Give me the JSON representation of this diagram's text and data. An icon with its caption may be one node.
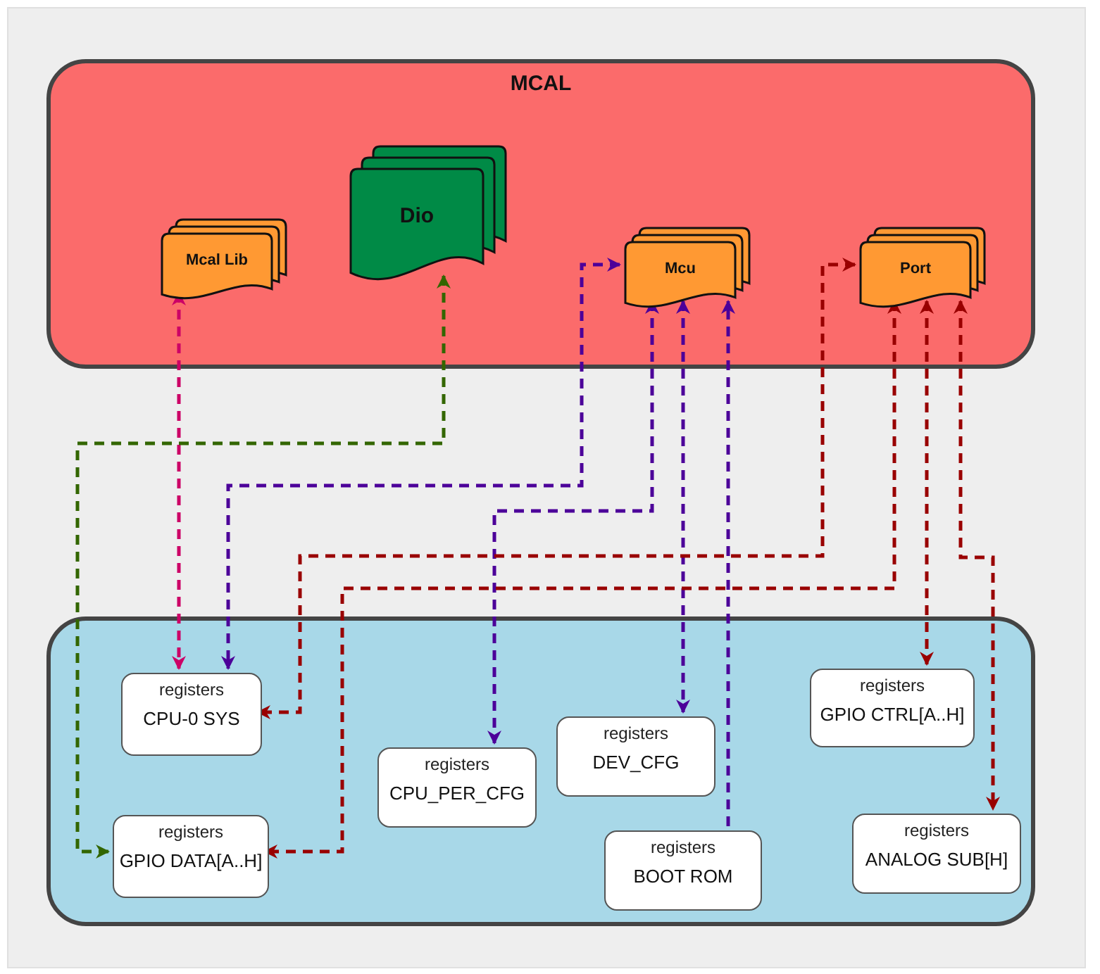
{
  "diagram": {
    "nodes": [
      {
        "text": [
          "MCAL"
        ]
      },
      {
        "text": [
          "Mcal Lib"
        ],
        "in": 0
      },
      {
        "text": [
          "Dio"
        ],
        "in": 0
      },
      {
        "text": [
          "Mcu"
        ],
        "in": 0
      },
      {
        "text": [
          "Port"
        ],
        "in": 0
      },
      {
        "text": [],
        "shape": "box"
      },
      {
        "text": [
          "registers",
          "CPU-0 SYS"
        ],
        "in": 5
      },
      {
        "text": [
          "registers",
          "GPIO CTRL[A..H]"
        ],
        "in": 5
      },
      {
        "text": [
          "registers",
          "DEV_CFG"
        ],
        "in": 5
      },
      {
        "text": [
          "registers",
          "CPU_PER_CFG"
        ],
        "in": 5
      },
      {
        "text": [
          "registers",
          "GPIO DATA[A..H]"
        ],
        "in": 5
      },
      {
        "text": [
          "registers",
          "BOOT ROM"
        ],
        "in": 5
      },
      {
        "text": [
          "registers",
          "ANALOG SUB[H]"
        ],
        "in": 5
      }
    ],
    "edges": [
      {
        "from": 1,
        "to": 6,
        "arrow": "both",
        "style": "dashed",
        "color": "#cc0066"
      },
      {
        "from": 2,
        "to": 10,
        "arrow": "both",
        "style": "dashed",
        "color": "#336600"
      },
      {
        "from": 3,
        "to": 6,
        "arrow": "both",
        "style": "dashed",
        "color": "#4c0099"
      },
      {
        "from": 3,
        "to": 9,
        "arrow": "both",
        "style": "dashed",
        "color": "#4c0099"
      },
      {
        "from": 3,
        "to": 8,
        "arrow": "both",
        "style": "dashed",
        "color": "#4c0099"
      },
      {
        "from": 11,
        "to": 3,
        "arrow": "to",
        "style": "dashed",
        "color": "#4c0099"
      },
      {
        "from": 4,
        "to": 6,
        "arrow": "both",
        "style": "dashed",
        "color": "#990000"
      },
      {
        "from": 4,
        "to": 10,
        "arrow": "both",
        "style": "dashed",
        "color": "#990000"
      },
      {
        "from": 4,
        "to": 7,
        "arrow": "both",
        "style": "dashed",
        "color": "#990000"
      },
      {
        "from": 4,
        "to": 12,
        "arrow": "both",
        "style": "dashed",
        "color": "#990000"
      }
    ]
  }
}
